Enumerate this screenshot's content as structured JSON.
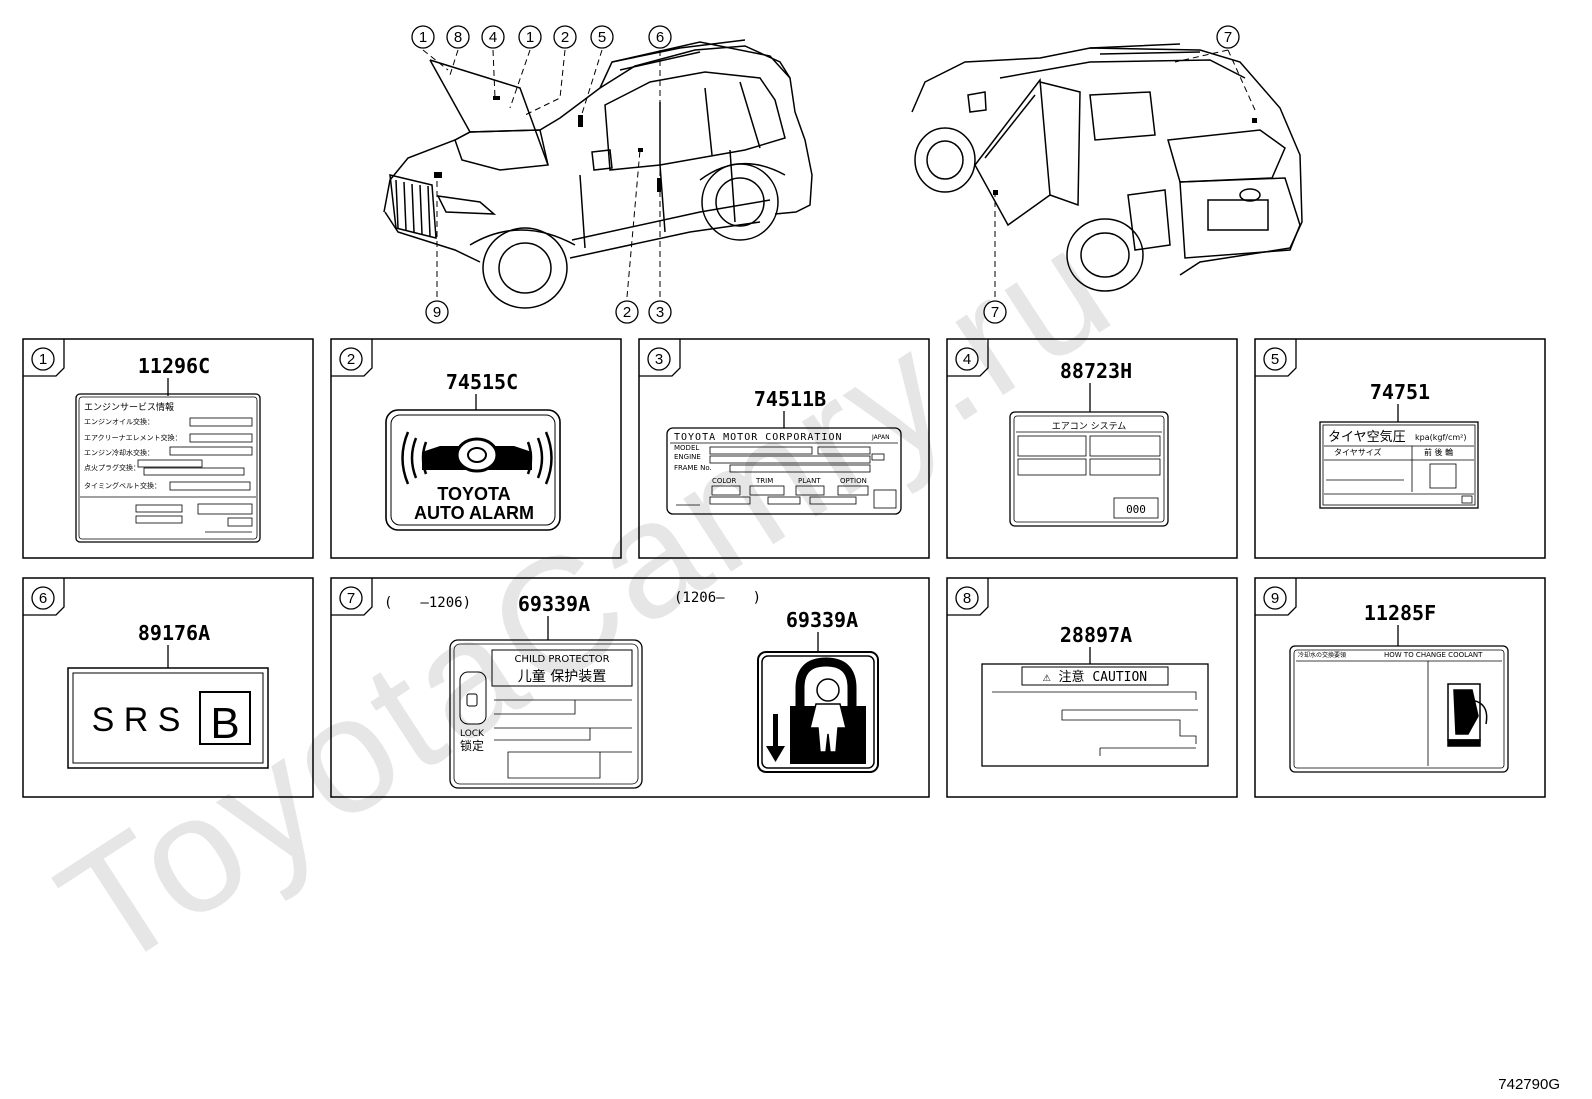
{
  "watermark": "ToyotaCamry.ru",
  "diagram_id": "742790G",
  "callout_numbers": {
    "front_top": [
      "1",
      "8",
      "4",
      "1",
      "2",
      "5",
      "6"
    ],
    "front_bottom": [
      "9",
      "2",
      "3"
    ],
    "rear_top": [
      "7"
    ],
    "rear_bottom": [
      "7"
    ]
  },
  "panels": [
    {
      "num": "1",
      "code": "11296C"
    },
    {
      "num": "2",
      "code": "74515C"
    },
    {
      "num": "3",
      "code": "74511B"
    },
    {
      "num": "4",
      "code": "88723H"
    },
    {
      "num": "5",
      "code": "74751"
    },
    {
      "num": "6",
      "code": "89176A"
    },
    {
      "num": "7",
      "code": "69339A"
    },
    {
      "num": "8",
      "code": "28897A"
    },
    {
      "num": "9",
      "code": "11285F"
    }
  ],
  "panel7": {
    "range_before": "(　　–1206)",
    "range_after": "(1206–　　)",
    "code_right": "69339A"
  },
  "label1": {
    "title": "エンジンサービス情報",
    "rows": [
      "エンジンオイル交換：",
      "エアクリーナエレメント交換：",
      "エンジン冷却水交換：",
      "点火プラグ交換：",
      "タイミングベルト交換："
    ]
  },
  "label2": {
    "line1": "TOYOTA",
    "line2": "AUTO ALARM"
  },
  "label3": {
    "header": "TOYOTA MOTOR CORPORATION",
    "country": "JAPAN",
    "model": "MODEL",
    "engine": "ENGINE",
    "frame": "FRAME No.",
    "color": "COLOR",
    "trim": "TRIM",
    "plant": "PLANT",
    "option": "OPTION"
  },
  "label4": {
    "title": "エアコン システム",
    "code": "000"
  },
  "label5": {
    "title": "タイヤ空気圧",
    "unit": "kpa(kgf/cm²)",
    "col1": "タイヤサイズ",
    "col2": "前 後 輪"
  },
  "label6": {
    "text": "S R S",
    "letter": "B"
  },
  "label7": {
    "line1": "CHILD PROTECTOR",
    "line2": "儿童 保护装置",
    "lock1": "LOCK",
    "lock2": "锁定"
  },
  "label8": {
    "title": "⚠ 注意 CAUTION"
  },
  "label9": {
    "title_jp": "冷却水の交換要領",
    "title_en": "HOW TO CHANGE COOLANT"
  }
}
